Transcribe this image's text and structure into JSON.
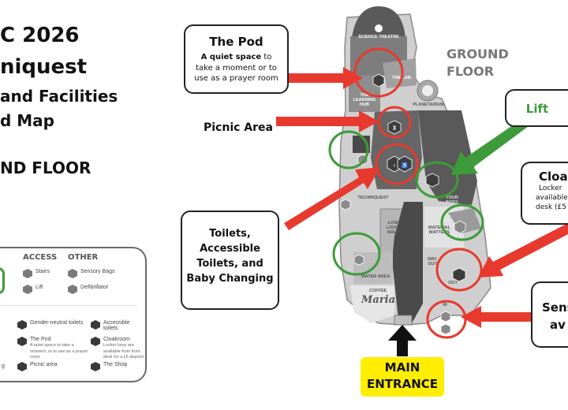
{
  "title": {
    "line1": "C 2026",
    "line2": "niquest",
    "line3": "and Facilities",
    "line4": "d Map",
    "line5": "ND FLOOR"
  },
  "floor_label": {
    "line1": "GROUND",
    "line2": "FLOOR"
  },
  "callouts": {
    "pod": {
      "heading": "The Pod",
      "bold": "A quiet space",
      "text": " to take a moment or to use as a prayer room"
    },
    "picnic": {
      "heading": "Picnic Area"
    },
    "toilets": {
      "line1": "Toilets,",
      "line2": "Accessible",
      "line3": "Toilets, and",
      "line4": "Baby Changing"
    },
    "lift": {
      "heading": "Lift"
    },
    "cloakroom": {
      "heading": "Cloak",
      "line1": "Locker",
      "line2": "available",
      "line3": "desk (£5"
    },
    "sensory": {
      "line1": "Sens",
      "line2": "av"
    },
    "entrance": {
      "line1": "MAIN",
      "line2": "ENTRANCE"
    }
  },
  "map_labels": {
    "science_theatre": "SCIENCE THEATRE",
    "lab": "THE LAB",
    "planetarium": "PLANETARIUM",
    "learning_hub": "THE LEARNING HUB",
    "techniquest": "TECHNIQUEST",
    "your_body": "YOUR BODY",
    "low_light": "LOW LIGHT AREA",
    "material_matters": "MATERIAL MATTERS",
    "way_out": "WAY OUT",
    "water_area": "WATER AREA",
    "coffee": "COFFEE",
    "maria": "Maria",
    "in": "IN",
    "out": "OUT"
  },
  "legend": {
    "access_heading": "ACCESS",
    "other_heading": "OTHER",
    "stairs": "Stairs",
    "lift": "Lift",
    "sensory_bags": "Sensory Bags",
    "defibrillator": "Defibrillator",
    "gender_neutral": "Gender-neutral toilets",
    "accessible_toilets": "Accessible toilets",
    "pod": "The Pod",
    "pod_desc": "A quiet space to take a moment, or to use as a prayer room",
    "cloakroom": "Cloakroom",
    "cloakroom_desc": "Locker keys are available from front desk for a £5 deposit",
    "picnic": "Picnic area",
    "shop": "The Shop",
    "cut_left": "g"
  },
  "colors": {
    "red": "#e8392e",
    "green": "#3d9b3a",
    "yellow": "#ffee00",
    "map_gray": "#9b9b9b",
    "map_dark": "#4a4a4a"
  }
}
